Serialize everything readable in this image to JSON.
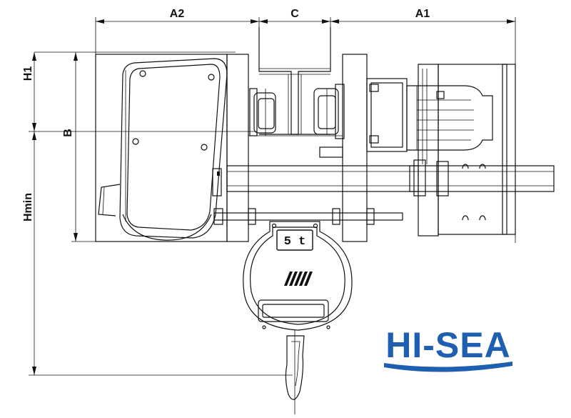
{
  "dimensions": {
    "a2": "A2",
    "c": "C",
    "a1": "A1",
    "h1": "H1",
    "b": "B",
    "hmin": "Hmin"
  },
  "load_plate": "5 t",
  "logo": "HI-SEA",
  "colors": {
    "line": "#111111",
    "logo": "#1f5fb1"
  }
}
